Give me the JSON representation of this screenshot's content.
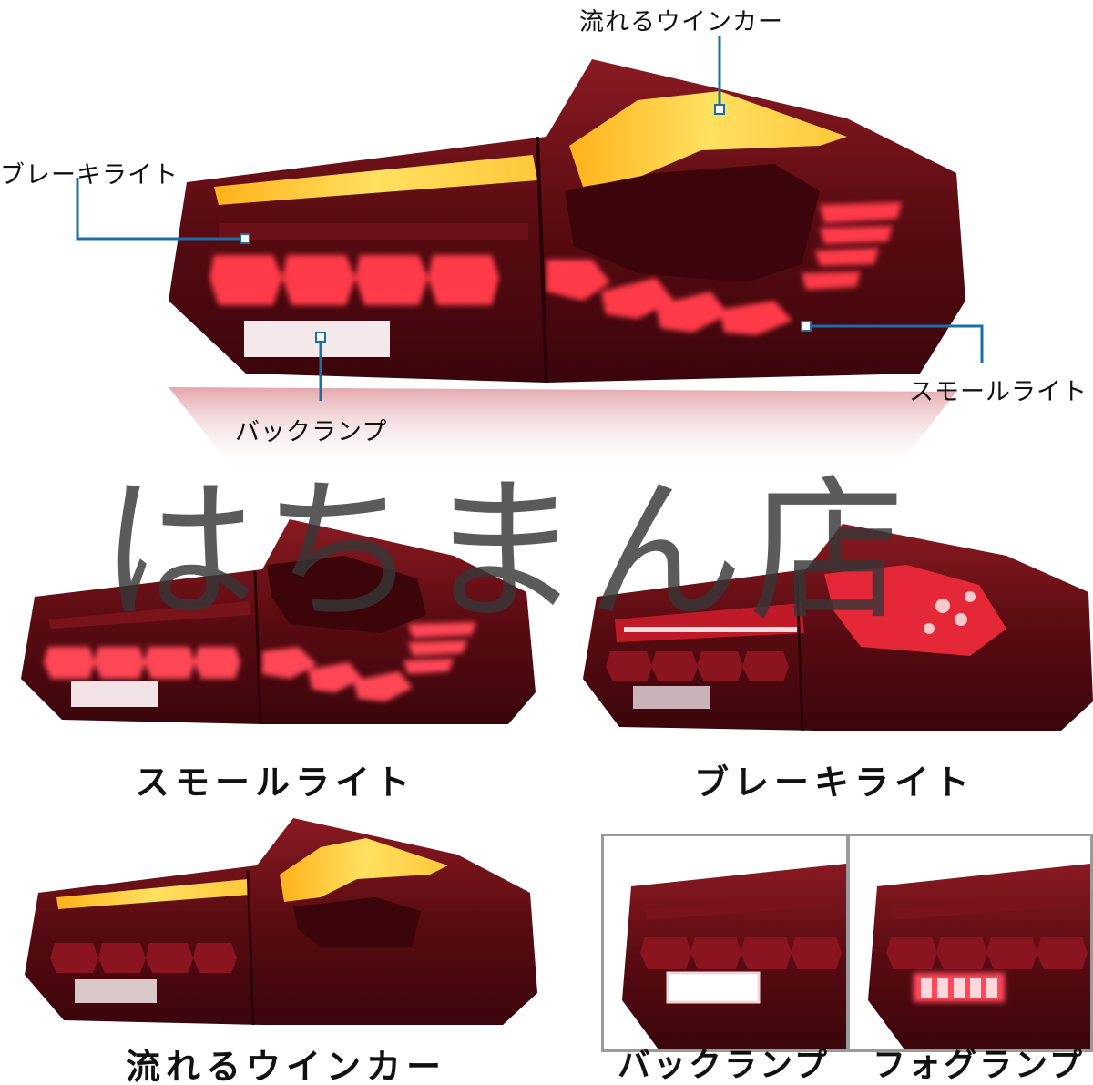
{
  "hero": {
    "callouts": {
      "turn": "流れるウインカー",
      "brake": "ブレーキライト",
      "small": "スモールライト",
      "back": "バックランプ"
    }
  },
  "panels": {
    "small_caption": "スモールライト",
    "brake_caption": "ブレーキライト",
    "turn_caption": "流れるウインカー",
    "back_caption": "バックランプ",
    "fog_caption": "フォグランプ"
  },
  "watermark": "はちまん店",
  "colors": {
    "lamp_body": "#5a0b12",
    "lamp_red_glow": "#ff3b4a",
    "amber": "#ffd23c",
    "callout_line": "#1a6fa8",
    "frame": "#9a9a9a"
  }
}
